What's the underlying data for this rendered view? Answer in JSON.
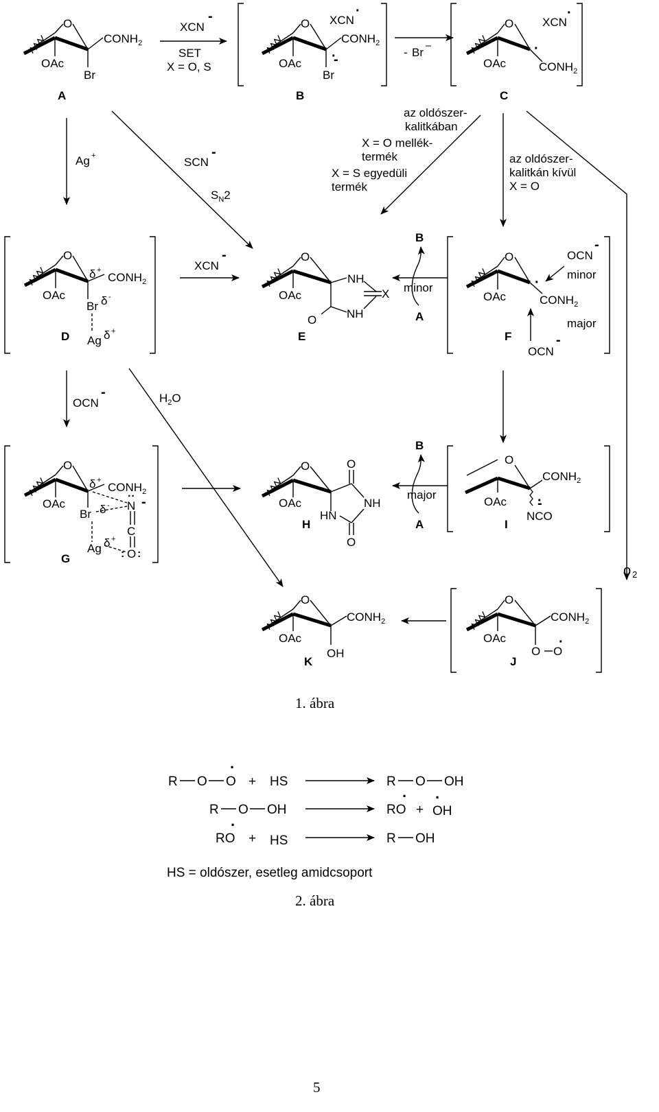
{
  "figure1": {
    "caption": "1. ábra",
    "labels": {
      "A": "A",
      "B": "B",
      "C": "C",
      "D": "D",
      "E": "E",
      "F": "F",
      "G": "G",
      "H": "H",
      "I": "I",
      "J": "J",
      "K": "K"
    },
    "texts": {
      "O": "O",
      "OAc": "OAc",
      "CONH2": "CONH",
      "sub2": "2",
      "Br": "Br",
      "NH": "NH",
      "HN": "HN",
      "X": "X",
      "XCN": "XCN",
      "SET": "SET",
      "x_os": "X = O, S",
      "minus": "-",
      "br_minus": "Br",
      "dot": "·",
      "ag_plus": "Ag",
      "plus": "+",
      "scn": "SCN",
      "sn2_s": "S",
      "sn2_n": "N",
      "sn2_2": "2",
      "cage1_l1": "az oldószer-",
      "cage1_l2": "kalitkában",
      "cage1_l3": "X = O mellék-",
      "cage1_l4": "termék",
      "cage1_l5": "X = S egyedüli",
      "cage1_l6": "termék",
      "cage2_l1": "az oldószer-",
      "cage2_l2": "kalitkán kívül",
      "cage2_l3": "X = O",
      "minor": "minor",
      "major": "major",
      "ocn": "OCN",
      "h2o_h": "H",
      "h2o_2": "2",
      "h2o_o": "O",
      "delta": "δ",
      "N": "N",
      "C": "C",
      "Ag": "Ag",
      "OH": "OH",
      "OO": "O",
      "NCO": "NCO",
      "o2": "o",
      "o2_sub": "2"
    }
  },
  "figure2": {
    "caption": "2. ábra",
    "row1": {
      "left": "R",
      "o1": "O",
      "o2": "O",
      "plus": "+",
      "hs": "HS",
      "r_prod": "R",
      "o_prod": "O",
      "oh_prod": "OH"
    },
    "row2": {
      "left": "R",
      "o1": "O",
      "oh": "OH",
      "ro": "RO",
      "plus": "+",
      "oh_prod": "OH"
    },
    "row3": {
      "ro": "RO",
      "plus": "+",
      "hs": "HS",
      "r_prod": "R",
      "oh_prod": "OH"
    },
    "note": "HS = oldószer, esetleg amidcsoport"
  },
  "page_number": "5"
}
